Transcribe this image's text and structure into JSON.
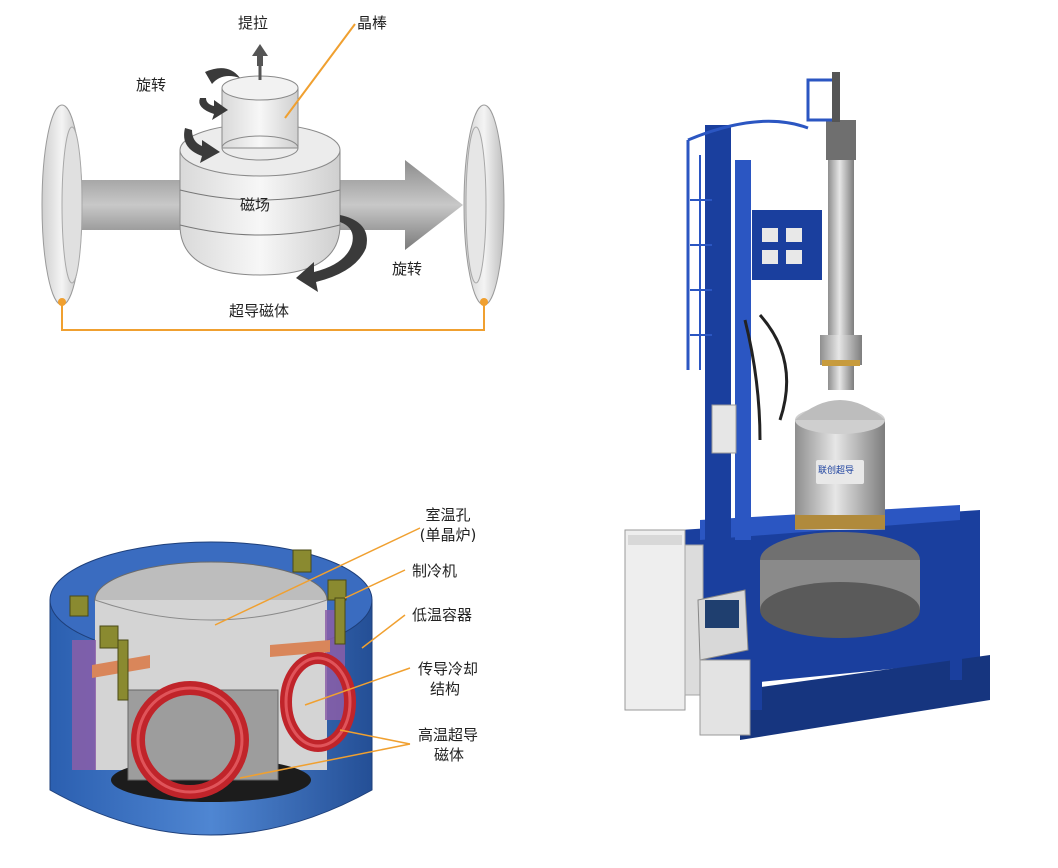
{
  "top_diagram": {
    "pull_label": "提拉",
    "crystal_rod_label": "晶棒",
    "rotate_label_left": "旋转",
    "magnetic_field_label": "磁场",
    "rotate_label_right": "旋转",
    "superconducting_magnet_label": "超导磁体"
  },
  "bottom_diagram": {
    "room_temp_bore_label": "室温孔",
    "room_temp_bore_sub_label": "(单晶炉)",
    "refrigerator_label": "制冷机",
    "cryostat_label": "低温容器",
    "conduction_cooling_label_1": "传导冷却",
    "conduction_cooling_label_2": "结构",
    "hts_magnet_label_1": "高温超导",
    "hts_magnet_label_2": "磁体"
  },
  "machine_photo": {
    "logo_text": "联创超导"
  },
  "colors": {
    "leader_line": "#f0a030",
    "machine_frame_blue": "#1a3f9e",
    "magnet_red": "#c0242a",
    "cryostat_blue": "#2e5ca8"
  }
}
